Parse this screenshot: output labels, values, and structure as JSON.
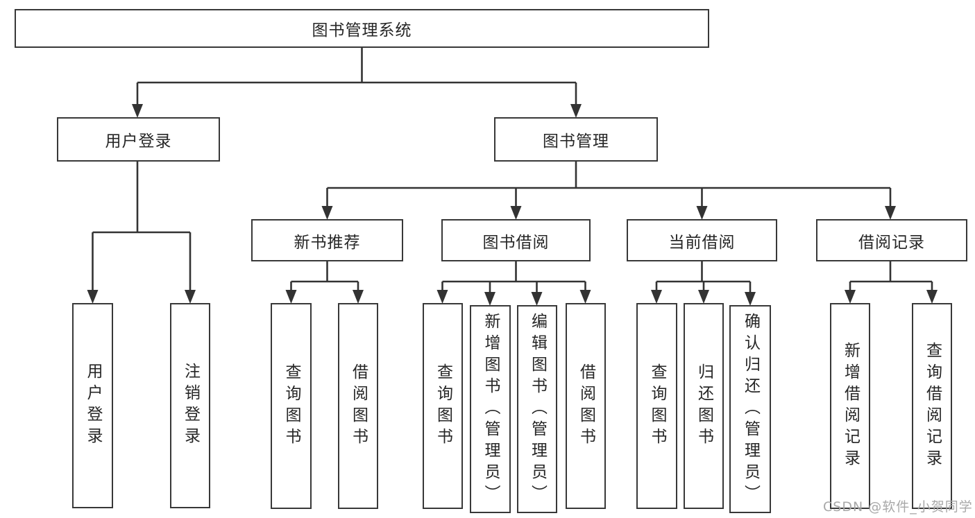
{
  "colors": {
    "border": "#383838",
    "line": "#333333",
    "text": "#262626",
    "watermark": "#a8a8a8",
    "background": "#ffffff"
  },
  "watermark": {
    "text": "CSDN @软件_小贺同学"
  },
  "tree": {
    "label": "图书管理系统",
    "children": [
      {
        "label": "用户登录",
        "children": [
          {
            "label": "用户登录"
          },
          {
            "label": "注销登录"
          }
        ]
      },
      {
        "label": "图书管理",
        "children": [
          {
            "label": "新书推荐",
            "children": [
              {
                "label": "查询图书"
              },
              {
                "label": "借阅图书"
              }
            ]
          },
          {
            "label": "图书借阅",
            "children": [
              {
                "label": "查询图书"
              },
              {
                "label": "新增图书（管理员）"
              },
              {
                "label": "编辑图书（管理员）"
              },
              {
                "label": "借阅图书"
              }
            ]
          },
          {
            "label": "当前借阅",
            "children": [
              {
                "label": "查询图书"
              },
              {
                "label": "归还图书"
              },
              {
                "label": "确认归还（管理员）"
              }
            ]
          },
          {
            "label": "借阅记录",
            "children": [
              {
                "label": "新增借阅记录"
              },
              {
                "label": "查询借阅记录"
              }
            ]
          }
        ]
      }
    ]
  }
}
